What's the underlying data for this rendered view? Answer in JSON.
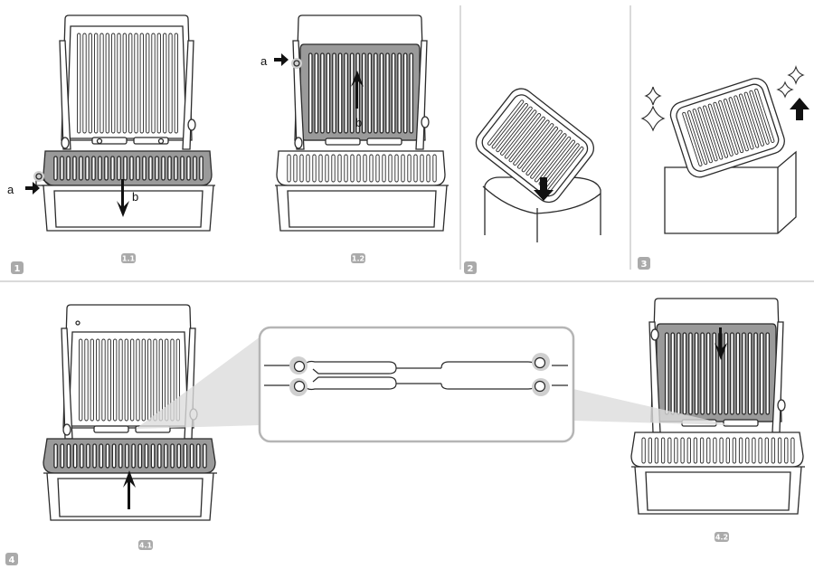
{
  "colors": {
    "line": "#2b2b2b",
    "plate_dark": "#9a9a9a",
    "plate_light": "#ffffff",
    "highlight": "#cfcfcf",
    "badge": "#aaaaaa",
    "divider": "#b5b5b5",
    "arrow": "#111111"
  },
  "labels": {
    "a": "a",
    "b": "b"
  },
  "steps": {
    "s1": "1",
    "s2": "2",
    "s3": "3",
    "s4": "4"
  },
  "substeps": {
    "s1_1": "1.1",
    "s1_2": "1.2",
    "s4_1": "4.1",
    "s4_2": "4.2"
  },
  "icons": {
    "arrow_right": "arrow-right-icon",
    "arrow_down": "arrow-down-icon",
    "arrow_up": "arrow-up-icon",
    "sparkle": "sparkle-icon"
  }
}
